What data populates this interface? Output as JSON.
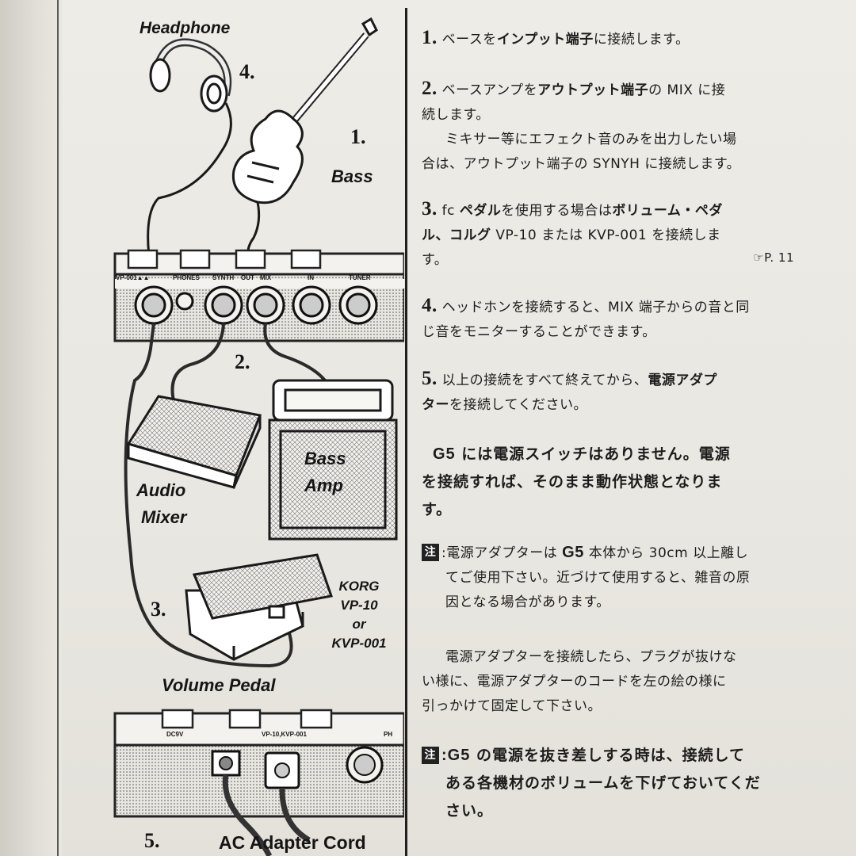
{
  "illustration": {
    "headphone_label": "Headphone",
    "step4": "4.",
    "step1": "1.",
    "bass_label": "Bass",
    "panel_labels": [
      "VP-001▲▲",
      "PHONES",
      "SYNTH",
      "OUT",
      "MIX",
      "IN",
      "TUNER"
    ],
    "step2": "2.",
    "audio_mixer_label": [
      "Audio",
      "Mixer"
    ],
    "bass_amp_label": [
      "Bass",
      "Amp"
    ],
    "korg_label": [
      "KORG",
      "VP-10",
      "or",
      "KVP-001"
    ],
    "step3": "3.",
    "volume_pedal_label": "Volume Pedal",
    "bottom_panel_labels": [
      "DC9V",
      "VP-10,KVP-001",
      "PH"
    ],
    "step5": "5.",
    "ac_adapter_label": "AC Adapter Cord"
  },
  "steps": {
    "s1": {
      "num": "1.",
      "a": "ベースを",
      "b": "インプット端子",
      "c": "に接続します。"
    },
    "s2": {
      "num": "2.",
      "a": "ベースアンプを",
      "b": "アウトプット端子",
      "c": "の MIX に接",
      "line2": "続します。",
      "line3": "ミキサー等にエフェクト音のみを出力したい場",
      "line4": "合は、アウトプット端子の SYNYH に接続します。"
    },
    "s3": {
      "num": "3.",
      "a": "fc ",
      "b": "ペダル",
      "c": "を使用する場合は",
      "d": "ボリューム・ペダ",
      "line2a": "ル、コルグ",
      "line2b": " VP-10 または KVP-001 を接続しま",
      "line3": "す。",
      "ref": "☞P. 11"
    },
    "s4": {
      "num": "4.",
      "a": "ヘッドホンを接続すると、MIX 端子からの音と同",
      "line2": "じ音をモニターすることができます。"
    },
    "s5": {
      "num": "5.",
      "a": "以上の接続をすべて終えてから、",
      "b": "電源アダプ",
      "line2b": "ター",
      "line2c": "を接続してください。"
    }
  },
  "notice": {
    "g5": "G5",
    "line1": " には電源スイッチはありません。電源",
    "line2": "を接続すれば、そのまま動作状態となりま",
    "line3": "す。"
  },
  "note1": {
    "mark": "注",
    "a": ":電源アダプターは ",
    "g5": "G5",
    "b": " 本体から 30cm 以上離し",
    "line2": "てご使用下さい。近づけて使用すると、雑音の原",
    "line3": "因となる場合があります。"
  },
  "para_plug": {
    "line1": "電源アダプターを接続したら、プラグが抜けな",
    "line2": "い様に、電源アダプターのコードを左の絵の様に",
    "line3": "引っかけて固定して下さい。"
  },
  "note2": {
    "mark": "注",
    "g5": ":G5",
    "a": " の電源を抜き差しする時は、接続して",
    "line2": "ある各機材のボリュームを下げておいてくだ",
    "line3": "さい。"
  }
}
